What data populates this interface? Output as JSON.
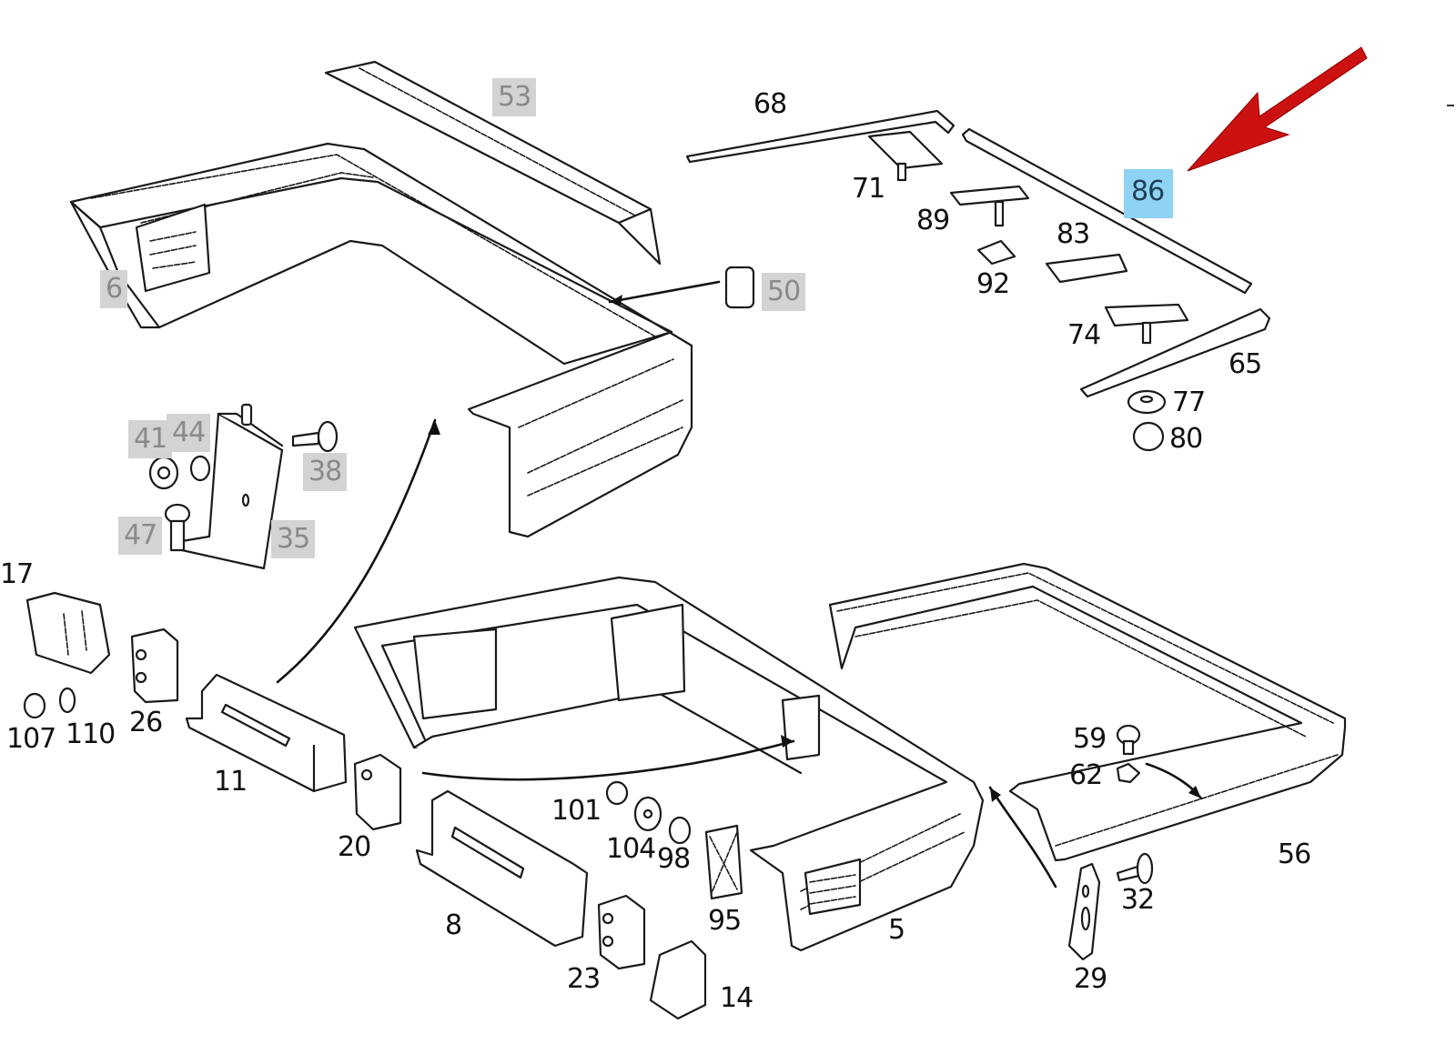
{
  "diagram": {
    "title": "Rear bumper exploded parts diagram",
    "highlight_color": "#8fd3f4",
    "arrow_color": "#cc1111",
    "callout_grey": "#d3d3d3",
    "highlighted_part": "86",
    "labels": {
      "p53": "53",
      "p6": "6",
      "p50": "50",
      "p41": "41",
      "p44": "44",
      "p38": "38",
      "p47": "47",
      "p35": "35",
      "p68": "68",
      "p71": "71",
      "p86": "86",
      "p89": "89",
      "p83": "83",
      "p92": "92",
      "p74": "74",
      "p65": "65",
      "p77": "77",
      "p80": "80",
      "p17": "17",
      "p26": "26",
      "p107": "107",
      "p110": "110",
      "p11": "11",
      "p20": "20",
      "p101": "101",
      "p104": "104",
      "p98": "98",
      "p95": "95",
      "p8": "8",
      "p23": "23",
      "p14": "14",
      "p5": "5",
      "p59": "59",
      "p62": "62",
      "p32": "32",
      "p29": "29",
      "p56": "56"
    }
  }
}
